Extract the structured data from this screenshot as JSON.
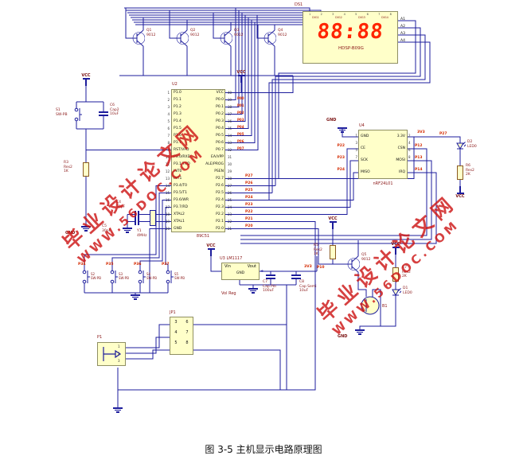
{
  "caption": "图 3-5  主机显示电路原理图",
  "watermark": {
    "line1": "毕业设计论文网",
    "line2": "WWW.56DOC.COM",
    "color": "#cc1111"
  },
  "colors": {
    "wire": "#1c1c9c",
    "component_fill": "#ffffc9",
    "digit_red": "#ff2400",
    "label_maroon": "#8a1616",
    "net_red": "#d42a00"
  },
  "nets": {
    "vcc": "VCC",
    "gnd": "GND",
    "v33": "3V3",
    "q5": "P10",
    "d2": "P27",
    "p2_bus": [
      "P27",
      "P26",
      "P25",
      "P24",
      "P23",
      "P22",
      "P21",
      "P20"
    ],
    "p0_bus": [
      "P00",
      "P01",
      "P02",
      "P03",
      "P04",
      "P05",
      "P06",
      "P07"
    ]
  },
  "display": {
    "ref": "DS1",
    "digits": "88:88",
    "part": "HDSP-B09G",
    "top_pins": [
      "1",
      "2",
      "3",
      "4",
      "5",
      "6",
      "7",
      "8"
    ],
    "dig_labels": [
      "DIG1",
      "DIG2",
      "DIG3",
      "DIG4"
    ],
    "right_pins": [
      "A1",
      "A2",
      "A3",
      "A4"
    ]
  },
  "mcu": {
    "ref": "U2",
    "part": "89C51",
    "left_pins": [
      {
        "n": "1",
        "name": "P1.0"
      },
      {
        "n": "2",
        "name": "P1.1"
      },
      {
        "n": "3",
        "name": "P1.2"
      },
      {
        "n": "4",
        "name": "P1.3"
      },
      {
        "n": "5",
        "name": "P1.4"
      },
      {
        "n": "6",
        "name": "P1.5"
      },
      {
        "n": "7",
        "name": "P1.6"
      },
      {
        "n": "8",
        "name": "P1.7"
      },
      {
        "n": "9",
        "name": "RST/VPD"
      },
      {
        "n": "10",
        "name": "P3.0/RXD"
      },
      {
        "n": "11",
        "name": "P3.1/TXD"
      },
      {
        "n": "12",
        "name": "INT0"
      },
      {
        "n": "13",
        "name": "INT1"
      },
      {
        "n": "14",
        "name": "P3.4/T0"
      },
      {
        "n": "15",
        "name": "P3.5/T1"
      },
      {
        "n": "16",
        "name": "P3.6/WR"
      },
      {
        "n": "17",
        "name": "P3.7/RD"
      },
      {
        "n": "18",
        "name": "XTAL2"
      },
      {
        "n": "19",
        "name": "XTAL1"
      },
      {
        "n": "20",
        "name": "GND"
      }
    ],
    "right_pins": [
      {
        "n": "40",
        "name": "VCC"
      },
      {
        "n": "39",
        "name": "P0.0"
      },
      {
        "n": "38",
        "name": "P0.1"
      },
      {
        "n": "37",
        "name": "P0.2"
      },
      {
        "n": "36",
        "name": "P0.3"
      },
      {
        "n": "35",
        "name": "P0.4"
      },
      {
        "n": "34",
        "name": "P0.5"
      },
      {
        "n": "33",
        "name": "P0.6"
      },
      {
        "n": "32",
        "name": "P0.7"
      },
      {
        "n": "31",
        "name": "EA/VPP"
      },
      {
        "n": "30",
        "name": "ALE/PROG"
      },
      {
        "n": "29",
        "name": "PSEN"
      },
      {
        "n": "28",
        "name": "P2.7"
      },
      {
        "n": "27",
        "name": "P2.6"
      },
      {
        "n": "26",
        "name": "P2.5"
      },
      {
        "n": "25",
        "name": "P2.4"
      },
      {
        "n": "24",
        "name": "P2.3"
      },
      {
        "n": "23",
        "name": "P2.2"
      },
      {
        "n": "22",
        "name": "P2.1"
      },
      {
        "n": "21",
        "name": "P2.0"
      }
    ]
  },
  "rf": {
    "ref": "U4",
    "part": "nRF24L01",
    "rows": [
      {
        "l": "GND",
        "r": "3.3V"
      },
      {
        "l": "CE",
        "r": "CSN"
      },
      {
        "l": "SCK",
        "r": "MOSI"
      },
      {
        "l": "MISO",
        "r": "IRQ"
      }
    ],
    "nums_left": [
      "1",
      "3",
      "5",
      "7"
    ],
    "nums_right": [
      "2",
      "4",
      "6",
      "8"
    ],
    "nets_left": [
      "P22",
      "P23",
      "P24"
    ],
    "nets_right": [
      "P12",
      "P13",
      "P14"
    ]
  },
  "regulator": {
    "ref": "U3",
    "part": "LM1117",
    "vin": "Vin",
    "vout": "Vout",
    "gnd": "GND",
    "label": "Vol Reg"
  },
  "transistors_top": [
    {
      "ref": "Q1",
      "part": "9012"
    },
    {
      "ref": "Q2",
      "part": "9012"
    },
    {
      "ref": "Q3",
      "part": "9012"
    },
    {
      "ref": "Q4",
      "part": "9012"
    }
  ],
  "q5": {
    "ref": "Q5",
    "part": "9012"
  },
  "reset_switch": {
    "ref": "S1",
    "part": "SW-PB"
  },
  "buttons": [
    {
      "ref": "S2",
      "part": "SW-PB",
      "net": "P34"
    },
    {
      "ref": "S3",
      "part": "SW-PB",
      "net": "P35"
    },
    {
      "ref": "S4",
      "part": "SW-PB",
      "net": "P36"
    },
    {
      "ref": "S5",
      "part": "SW-PB",
      "net": "P37"
    }
  ],
  "resistors": {
    "r3": {
      "ref": "R3",
      "part": "Res2",
      "value": "1K"
    },
    "r5": {
      "ref": "R5",
      "part": "Res2",
      "value": "1K"
    },
    "r6": {
      "ref": "R6",
      "part": "Res2",
      "value": "2K"
    },
    "r7": {
      "ref": "R7",
      "part": "Res2",
      "value": "2K"
    }
  },
  "capacitors": {
    "c6": {
      "ref": "C6",
      "part": "Cap2",
      "value": "10uF"
    },
    "c4": {
      "ref": "C4",
      "value": "30pF"
    },
    "c5": {
      "ref": "C5",
      "value": "30pF"
    },
    "c7": {
      "ref": "C7",
      "part": "Cap Pol",
      "value": "100uF",
      "plus": "+"
    },
    "c8": {
      "ref": "C8",
      "part": "Cap Semi",
      "value": "10uF"
    }
  },
  "crystal": {
    "ref": "Y1",
    "value": "4MHz"
  },
  "leds": {
    "d1": {
      "ref": "D1",
      "part": "LED0"
    },
    "d2": {
      "ref": "D2",
      "part": "LED0"
    }
  },
  "buzzer": {
    "ref": "B1"
  },
  "jack": {
    "ref": "P1",
    "pins": [
      "1",
      "2",
      "3"
    ]
  },
  "header": {
    "ref": "JP1",
    "cells": [
      "3",
      "6",
      "4",
      "7",
      "5",
      "8"
    ]
  }
}
